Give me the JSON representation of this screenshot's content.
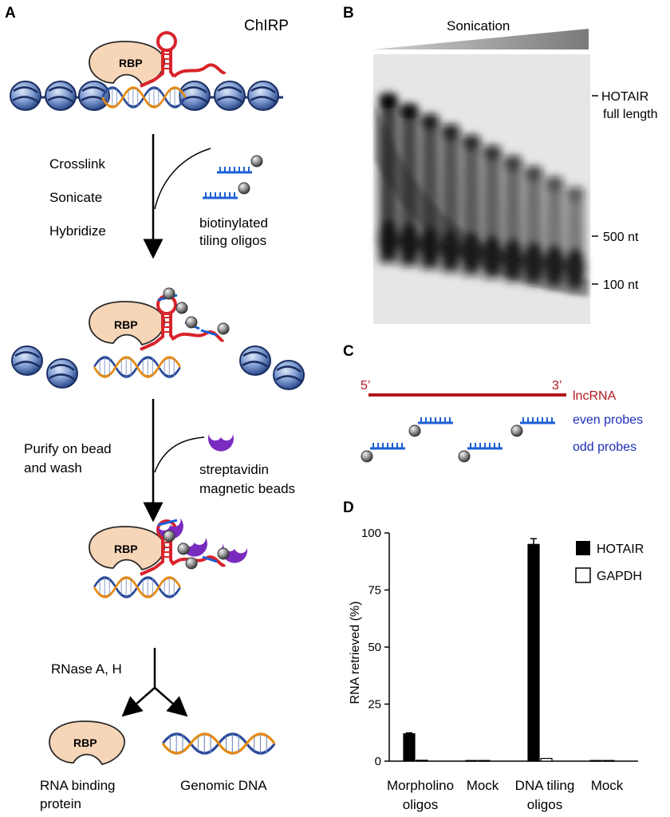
{
  "panels": {
    "a": "A",
    "b": "B",
    "c": "C",
    "d": "D"
  },
  "panel_a": {
    "method": "ChIRP",
    "rbp": "RBP",
    "steps1": [
      "Crosslink",
      "Sonicate",
      "Hybridize"
    ],
    "oligo_label": [
      "biotinylated",
      "tiling oligos"
    ],
    "step2": [
      "Purify on bead",
      "and wash"
    ],
    "bead_label": [
      "streptavidin",
      "magnetic beads"
    ],
    "step3": "RNase A, H",
    "product_protein": [
      "RNA binding",
      "protein"
    ],
    "product_dna": "Genomic DNA"
  },
  "panel_b": {
    "title": "Sonication",
    "markers": [
      "HOTAIR",
      "full length",
      "500 nt",
      "100 nt"
    ],
    "lane_count": 10
  },
  "panel_c": {
    "five_prime": "5’",
    "three_prime": "3’",
    "lncrna": "lncRNA",
    "even": "even probes",
    "odd": "odd probes"
  },
  "colors": {
    "rna": "#d8232a",
    "probe": "#1c5fd6",
    "bead": "#7a2bbf",
    "dna_orange": "#e88a10",
    "dna_blue": "#2a4a9a",
    "rbp": "#f7d6b8",
    "lncrna_line": "#b0181c"
  },
  "chart_data": {
    "type": "bar",
    "ylabel": "RNA retrieved (%)",
    "ylim": [
      0,
      100
    ],
    "yticks": [
      0,
      25,
      50,
      75,
      100
    ],
    "categories": [
      "Morpholino oligos",
      "Mock",
      "DNA tiling oligos",
      "Mock"
    ],
    "category_lines": [
      [
        "Morpholino",
        "oligos"
      ],
      [
        "Mock"
      ],
      [
        "DNA tiling",
        "oligos"
      ],
      [
        "Mock"
      ]
    ],
    "series": [
      {
        "name": "HOTAIR",
        "values": [
          12,
          0.3,
          95,
          0.3
        ],
        "errors": [
          0.4,
          0,
          2.5,
          0
        ]
      },
      {
        "name": "GAPDH",
        "values": [
          0.4,
          0.3,
          1.2,
          0.3
        ],
        "errors": [
          0,
          0,
          0,
          0
        ]
      }
    ],
    "legend": "top-right"
  }
}
